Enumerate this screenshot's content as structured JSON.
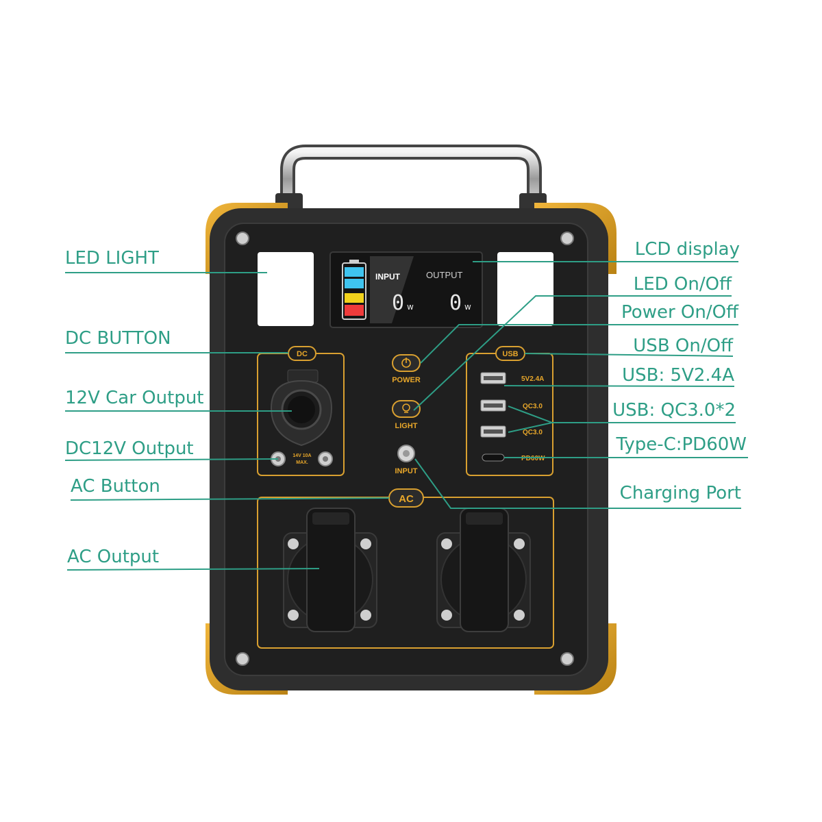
{
  "colors": {
    "callout": "#2e9e86",
    "accent": "#e8a72a",
    "body": "#2b2b2b",
    "panel": "#1f1f1f",
    "frame": "#d9a030"
  },
  "callouts": {
    "led_light": "LED LIGHT",
    "dc_button": "DC BUTTON",
    "car_output": "12V Car Output",
    "dc12v_output": "DC12V Output",
    "ac_button": "AC Button",
    "ac_output": "AC Output",
    "lcd_display": "LCD display",
    "led_onoff": "LED On/Off",
    "power_onoff": "Power On/Off",
    "usb_onoff": "USB On/Off",
    "usb_5v": "USB: 5V2.4A",
    "usb_qc": "USB: QC3.0*2",
    "typec": "Type-C:PD60W",
    "charging_port": "Charging Port"
  },
  "panel": {
    "lcd_input": "INPUT",
    "lcd_output": "OUTPUT",
    "lcd_input_value": "0",
    "lcd_output_value": "0",
    "lcd_unit": "w",
    "dc_label": "DC",
    "dc_rating": "14V  10A",
    "dc_max": "MAX.",
    "usb_label": "USB",
    "usb_5v": "5V2.4A",
    "usb_qc1": "QC3.0",
    "usb_qc2": "QC3.0",
    "usb_pd": "PD60W",
    "power_label": "POWER",
    "light_label": "LIGHT",
    "input_label": "INPUT",
    "ac_label": "AC"
  },
  "battery_levels": [
    "#3fc4ef",
    "#3fc4ef",
    "#f2d21c",
    "#ef3b3b"
  ]
}
